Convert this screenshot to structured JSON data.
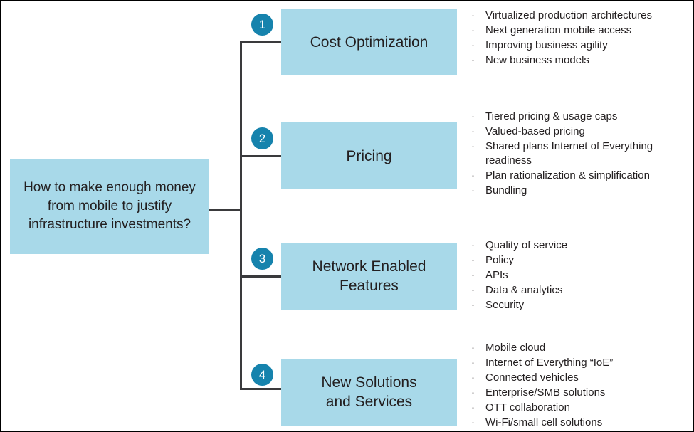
{
  "diagram": {
    "root": {
      "text": "How to make enough money from mobile to justify infrastructure investments?"
    },
    "colors": {
      "box_fill": "#a8d9e9",
      "circle_fill": "#1683ad",
      "circle_text": "#ffffff",
      "line": "#3a3a3c",
      "text": "#231f20",
      "frame": "#000000"
    },
    "bullet_marker": "·",
    "branches": [
      {
        "number": "1",
        "title": "Cost Optimization",
        "bullets": [
          "Virtualized production architectures",
          "Next generation mobile access",
          "Improving business agility",
          "New business models"
        ]
      },
      {
        "number": "2",
        "title": "Pricing",
        "bullets": [
          "Tiered pricing & usage caps",
          "Valued-based pricing",
          "Shared plans Internet of Everything readiness",
          "Plan rationalization & simplification",
          "Bundling"
        ]
      },
      {
        "number": "3",
        "title": "Network Enabled\nFeatures",
        "bullets": [
          "Quality of service",
          "Policy",
          "APIs",
          "Data & analytics",
          "Security"
        ]
      },
      {
        "number": "4",
        "title": "New Solutions\nand Services",
        "bullets": [
          "Mobile cloud",
          "Internet of Everything “IoE”",
          "Connected vehicles",
          "Enterprise/SMB solutions",
          "OTT collaboration",
          "Wi-Fi/small cell solutions"
        ]
      }
    ]
  }
}
